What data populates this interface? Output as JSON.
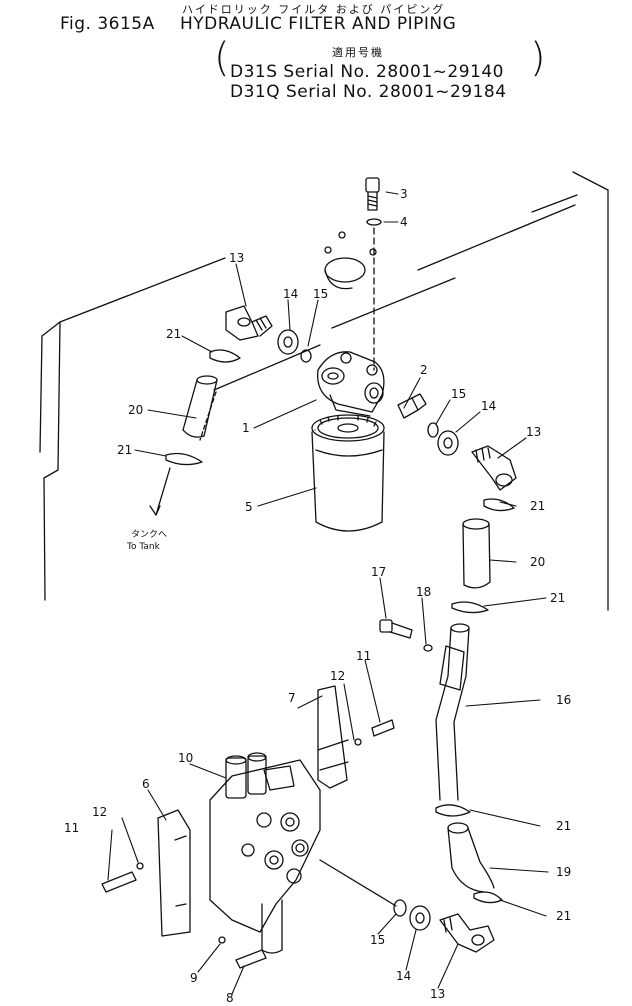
{
  "header": {
    "jp_title": "ハイドロリック フイルタ および パイピング",
    "fig_label": "Fig. 3615A",
    "title": "HYDRAULIC FILTER AND PIPING",
    "jp_applicable": "適用号機",
    "serial_1": "D31S Serial No. 28001~29140",
    "serial_2": "D31Q Serial No. 28001~29184"
  },
  "to_tank": {
    "jp": "タンクへ",
    "en": "To Tank"
  },
  "callouts": {
    "c1": "1",
    "c2": "2",
    "c3": "3",
    "c4": "4",
    "c5": "5",
    "c6": "6",
    "c7": "7",
    "c8": "8",
    "c9": "9",
    "c10": "10",
    "c11a": "11",
    "c11b": "11",
    "c12a": "12",
    "c12b": "12",
    "c13a": "13",
    "c13b": "13",
    "c13c": "13",
    "c14a": "14",
    "c14b": "14",
    "c14c": "14",
    "c15a": "15",
    "c15b": "15",
    "c15c": "15",
    "c16": "16",
    "c17": "17",
    "c18": "18",
    "c19": "19",
    "c20a": "20",
    "c20b": "20",
    "c21a": "21",
    "c21b": "21",
    "c21c": "21",
    "c21d": "21",
    "c21e": "21",
    "c21f": "21"
  }
}
